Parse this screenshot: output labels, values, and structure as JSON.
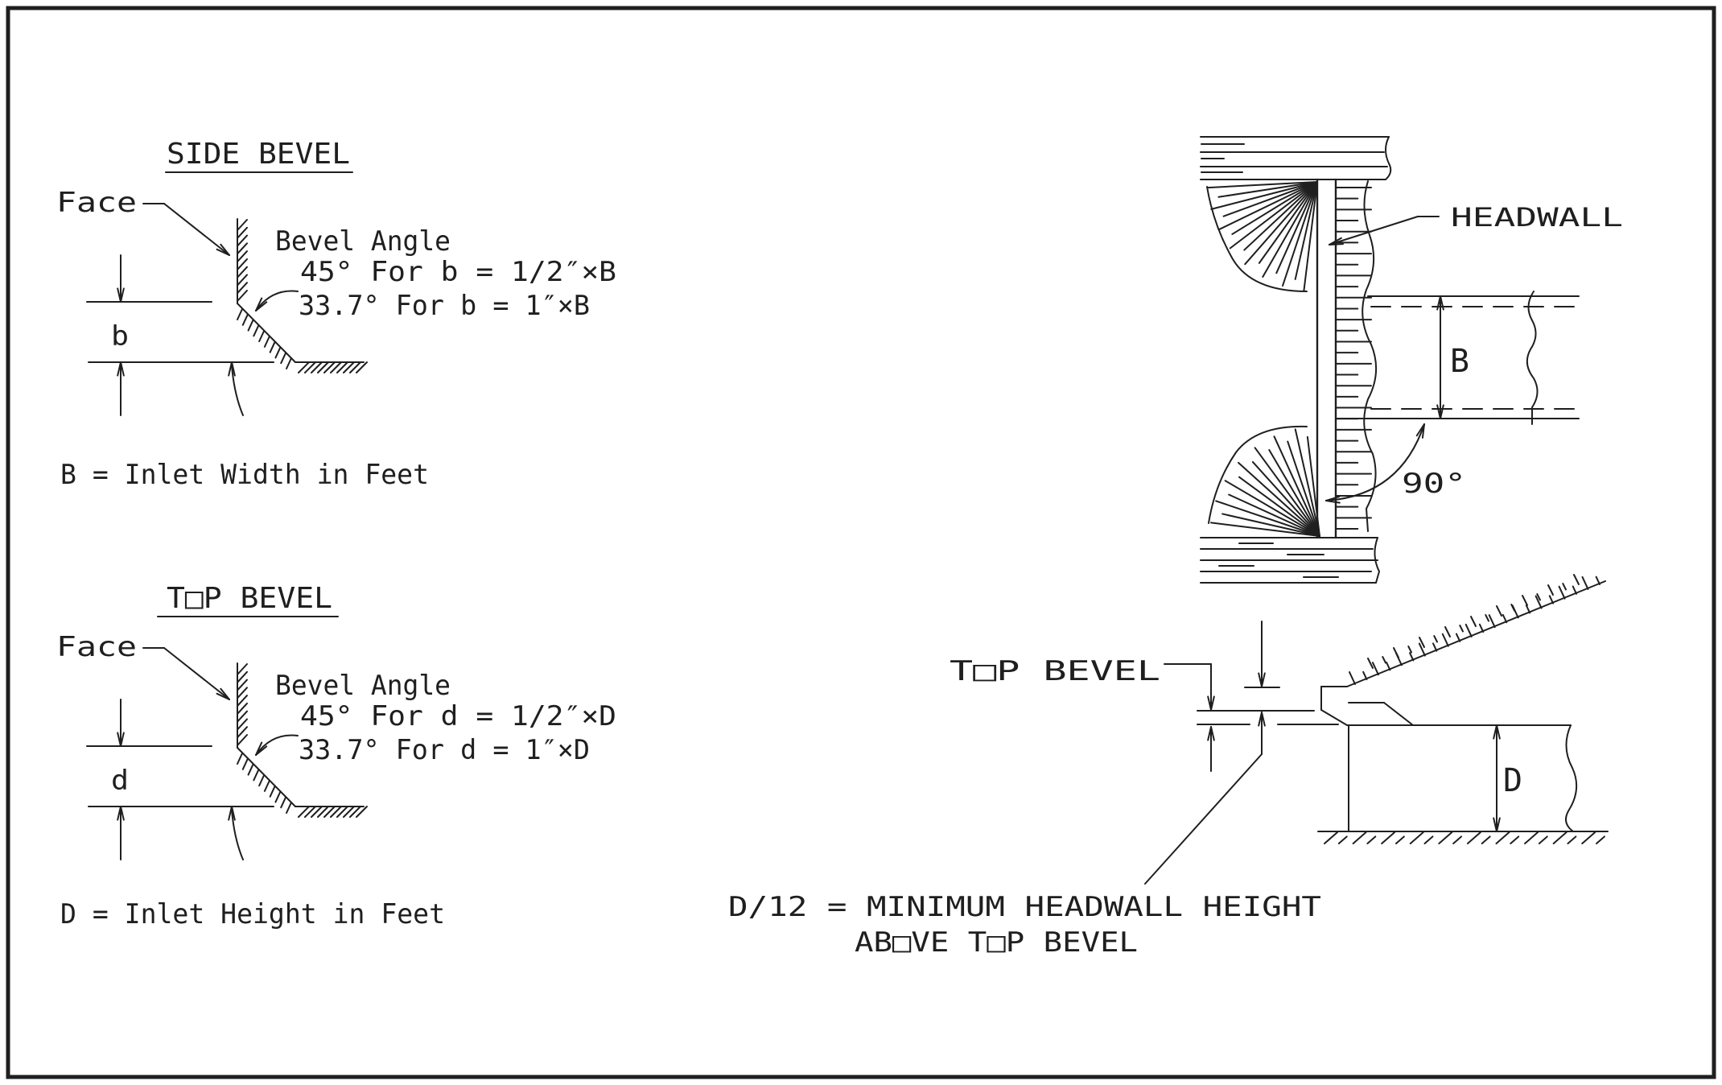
{
  "drawing": {
    "colors": {
      "ink": "#1f1f1f",
      "paper": "#ffffff"
    },
    "side_bevel_detail": {
      "title": "SIDE BEVEL",
      "face_label": "Face",
      "bevel_angle_heading": "Bevel Angle",
      "angle_line1": "45°  For b = 1/2″×B",
      "angle_line2": "33.7° For b = 1″×B",
      "dim_label": "b",
      "note": "B = Inlet Width in Feet"
    },
    "top_bevel_detail": {
      "title": "T□P BEVEL",
      "face_label": "Face",
      "bevel_angle_heading": "Bevel Angle",
      "angle_line1": "45°  For d = 1/2″×D",
      "angle_line2": "33.7° For d = 1″×D",
      "dim_label": "d",
      "note": "D = Inlet Height in Feet"
    },
    "headwall_plan": {
      "headwall_label": "HEADWALL",
      "width_label": "B",
      "angle_label": "90°"
    },
    "top_bevel_section": {
      "label": "T□P BEVEL",
      "depth_label": "D",
      "note_line1": "D/12 = MINIMUM HEADWALL HEIGHT",
      "note_line2": "AB□VE T□P BEVEL"
    }
  }
}
